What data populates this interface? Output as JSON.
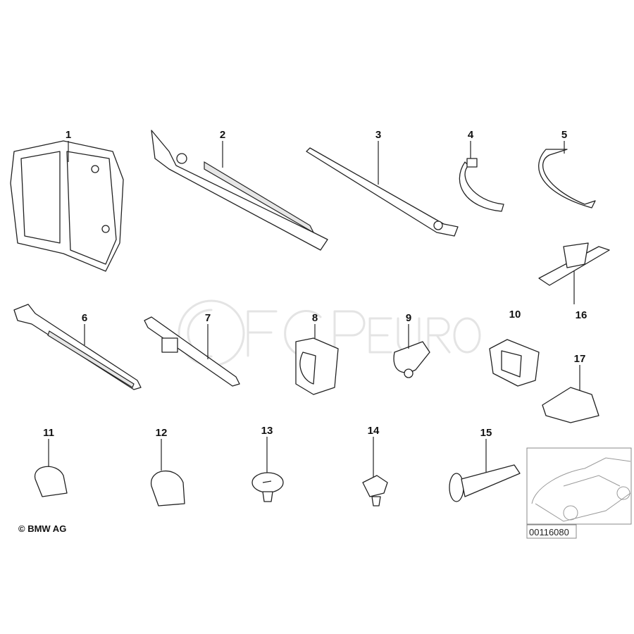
{
  "diagram": {
    "callouts": [
      "1",
      "2",
      "3",
      "4",
      "5",
      "6",
      "7",
      "8",
      "9",
      "10",
      "11",
      "12",
      "13",
      "14",
      "15",
      "16",
      "17"
    ],
    "copyright": "© BMW AG",
    "part_number": "00116080",
    "watermark": "FCP EURO"
  }
}
